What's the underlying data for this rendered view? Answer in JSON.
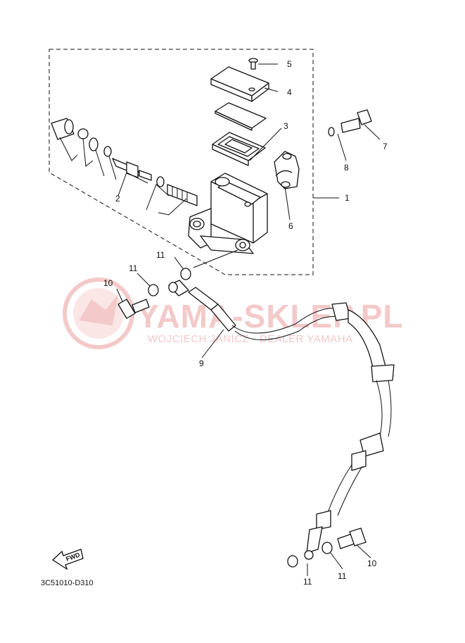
{
  "watermark": {
    "title": "YAMA-SKLEP.PL",
    "subtitle": "WOJCIECH JANICZ - DEALER YAMAHA"
  },
  "diagram_code": "3C51010-D310",
  "fwd_label": "FWD",
  "callouts": {
    "c1": "1",
    "c2": "2",
    "c3": "3",
    "c4": "4",
    "c5": "5",
    "c6": "6",
    "c7": "7",
    "c8": "8",
    "c9": "9",
    "c10a": "10",
    "c10b": "10",
    "c11a": "11",
    "c11b": "11",
    "c11c": "11",
    "c11d": "11"
  },
  "colors": {
    "line": "#111111",
    "watermark": "#f3c9c9",
    "background": "#ffffff"
  }
}
